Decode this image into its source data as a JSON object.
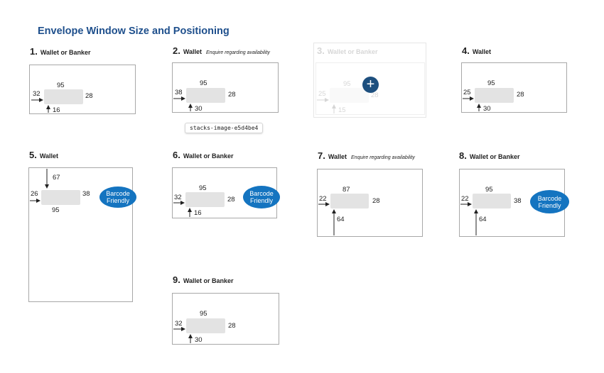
{
  "title": "Envelope Window Size and Positioning",
  "colors": {
    "title": "#1e4f8c",
    "badge": "#1474c0",
    "plus": "#1d4f7e",
    "window": "#e3e3e3",
    "border": "#a8a8a8"
  },
  "tooltip": "stacks-image-e5d4be4",
  "badge_text": "Barcode\nFriendly",
  "plus_icon": "+",
  "items": [
    {
      "num": "1.",
      "label": "Wallet or Banker",
      "note": "",
      "width": "95",
      "height": "28",
      "left": "32",
      "bottom": "16",
      "top": ""
    },
    {
      "num": "2.",
      "label": "Wallet",
      "note": "Enquire regarding availability",
      "width": "95",
      "height": "28",
      "left": "38",
      "bottom": "30",
      "top": ""
    },
    {
      "num": "3.",
      "label": "Wallet or Banker",
      "note": "",
      "width": "95",
      "height": "28",
      "left": "25",
      "bottom": "15",
      "top": ""
    },
    {
      "num": "4.",
      "label": "Wallet",
      "note": "",
      "width": "95",
      "height": "28",
      "left": "25",
      "bottom": "30",
      "top": ""
    },
    {
      "num": "5.",
      "label": "Wallet",
      "note": "",
      "width": "95",
      "height": "38",
      "left": "26",
      "bottom": "",
      "top": "67"
    },
    {
      "num": "6.",
      "label": "Wallet or Banker",
      "note": "",
      "width": "95",
      "height": "28",
      "left": "32",
      "bottom": "16",
      "top": ""
    },
    {
      "num": "7.",
      "label": "Wallet",
      "note": "Enquire regarding availability",
      "width": "87",
      "height": "28",
      "left": "22",
      "bottom": "64",
      "top": ""
    },
    {
      "num": "8.",
      "label": "Wallet or Banker",
      "note": "",
      "width": "95",
      "height": "38",
      "left": "22",
      "bottom": "64",
      "top": ""
    },
    {
      "num": "9.",
      "label": "Wallet or Banker",
      "note": "",
      "width": "95",
      "height": "28",
      "left": "32",
      "bottom": "30",
      "top": ""
    }
  ]
}
